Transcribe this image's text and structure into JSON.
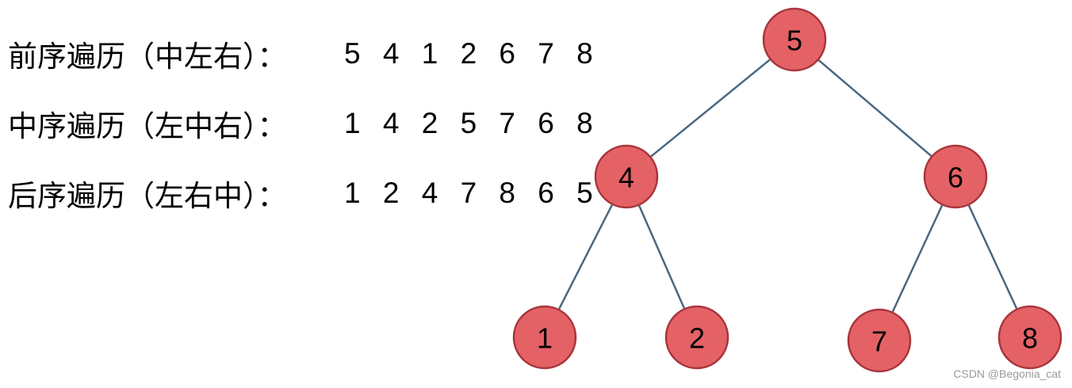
{
  "traversals": [
    {
      "label": "前序遍历（中左右）：",
      "sequence": "5 4 1 2 6 7 8"
    },
    {
      "label": "中序遍历（左中右）：",
      "sequence": "1 4 2 5 7 6 8"
    },
    {
      "label": "后序遍历（左右中）：",
      "sequence": "1 2 4 7 8 6 5"
    }
  ],
  "tree": {
    "nodes": [
      {
        "id": "5",
        "label": "5"
      },
      {
        "id": "4",
        "label": "4"
      },
      {
        "id": "6",
        "label": "6"
      },
      {
        "id": "1",
        "label": "1"
      },
      {
        "id": "2",
        "label": "2"
      },
      {
        "id": "7",
        "label": "7"
      },
      {
        "id": "8",
        "label": "8"
      }
    ],
    "edges": [
      {
        "from": "5",
        "to": "4"
      },
      {
        "from": "5",
        "to": "6"
      },
      {
        "from": "4",
        "to": "1"
      },
      {
        "from": "4",
        "to": "2"
      },
      {
        "from": "6",
        "to": "7"
      },
      {
        "from": "6",
        "to": "8"
      }
    ],
    "colors": {
      "node_fill": "#e46266",
      "node_stroke": "#a8353b",
      "edge": "#4b6782"
    }
  },
  "watermark": "CSDN @Begonia_cat"
}
